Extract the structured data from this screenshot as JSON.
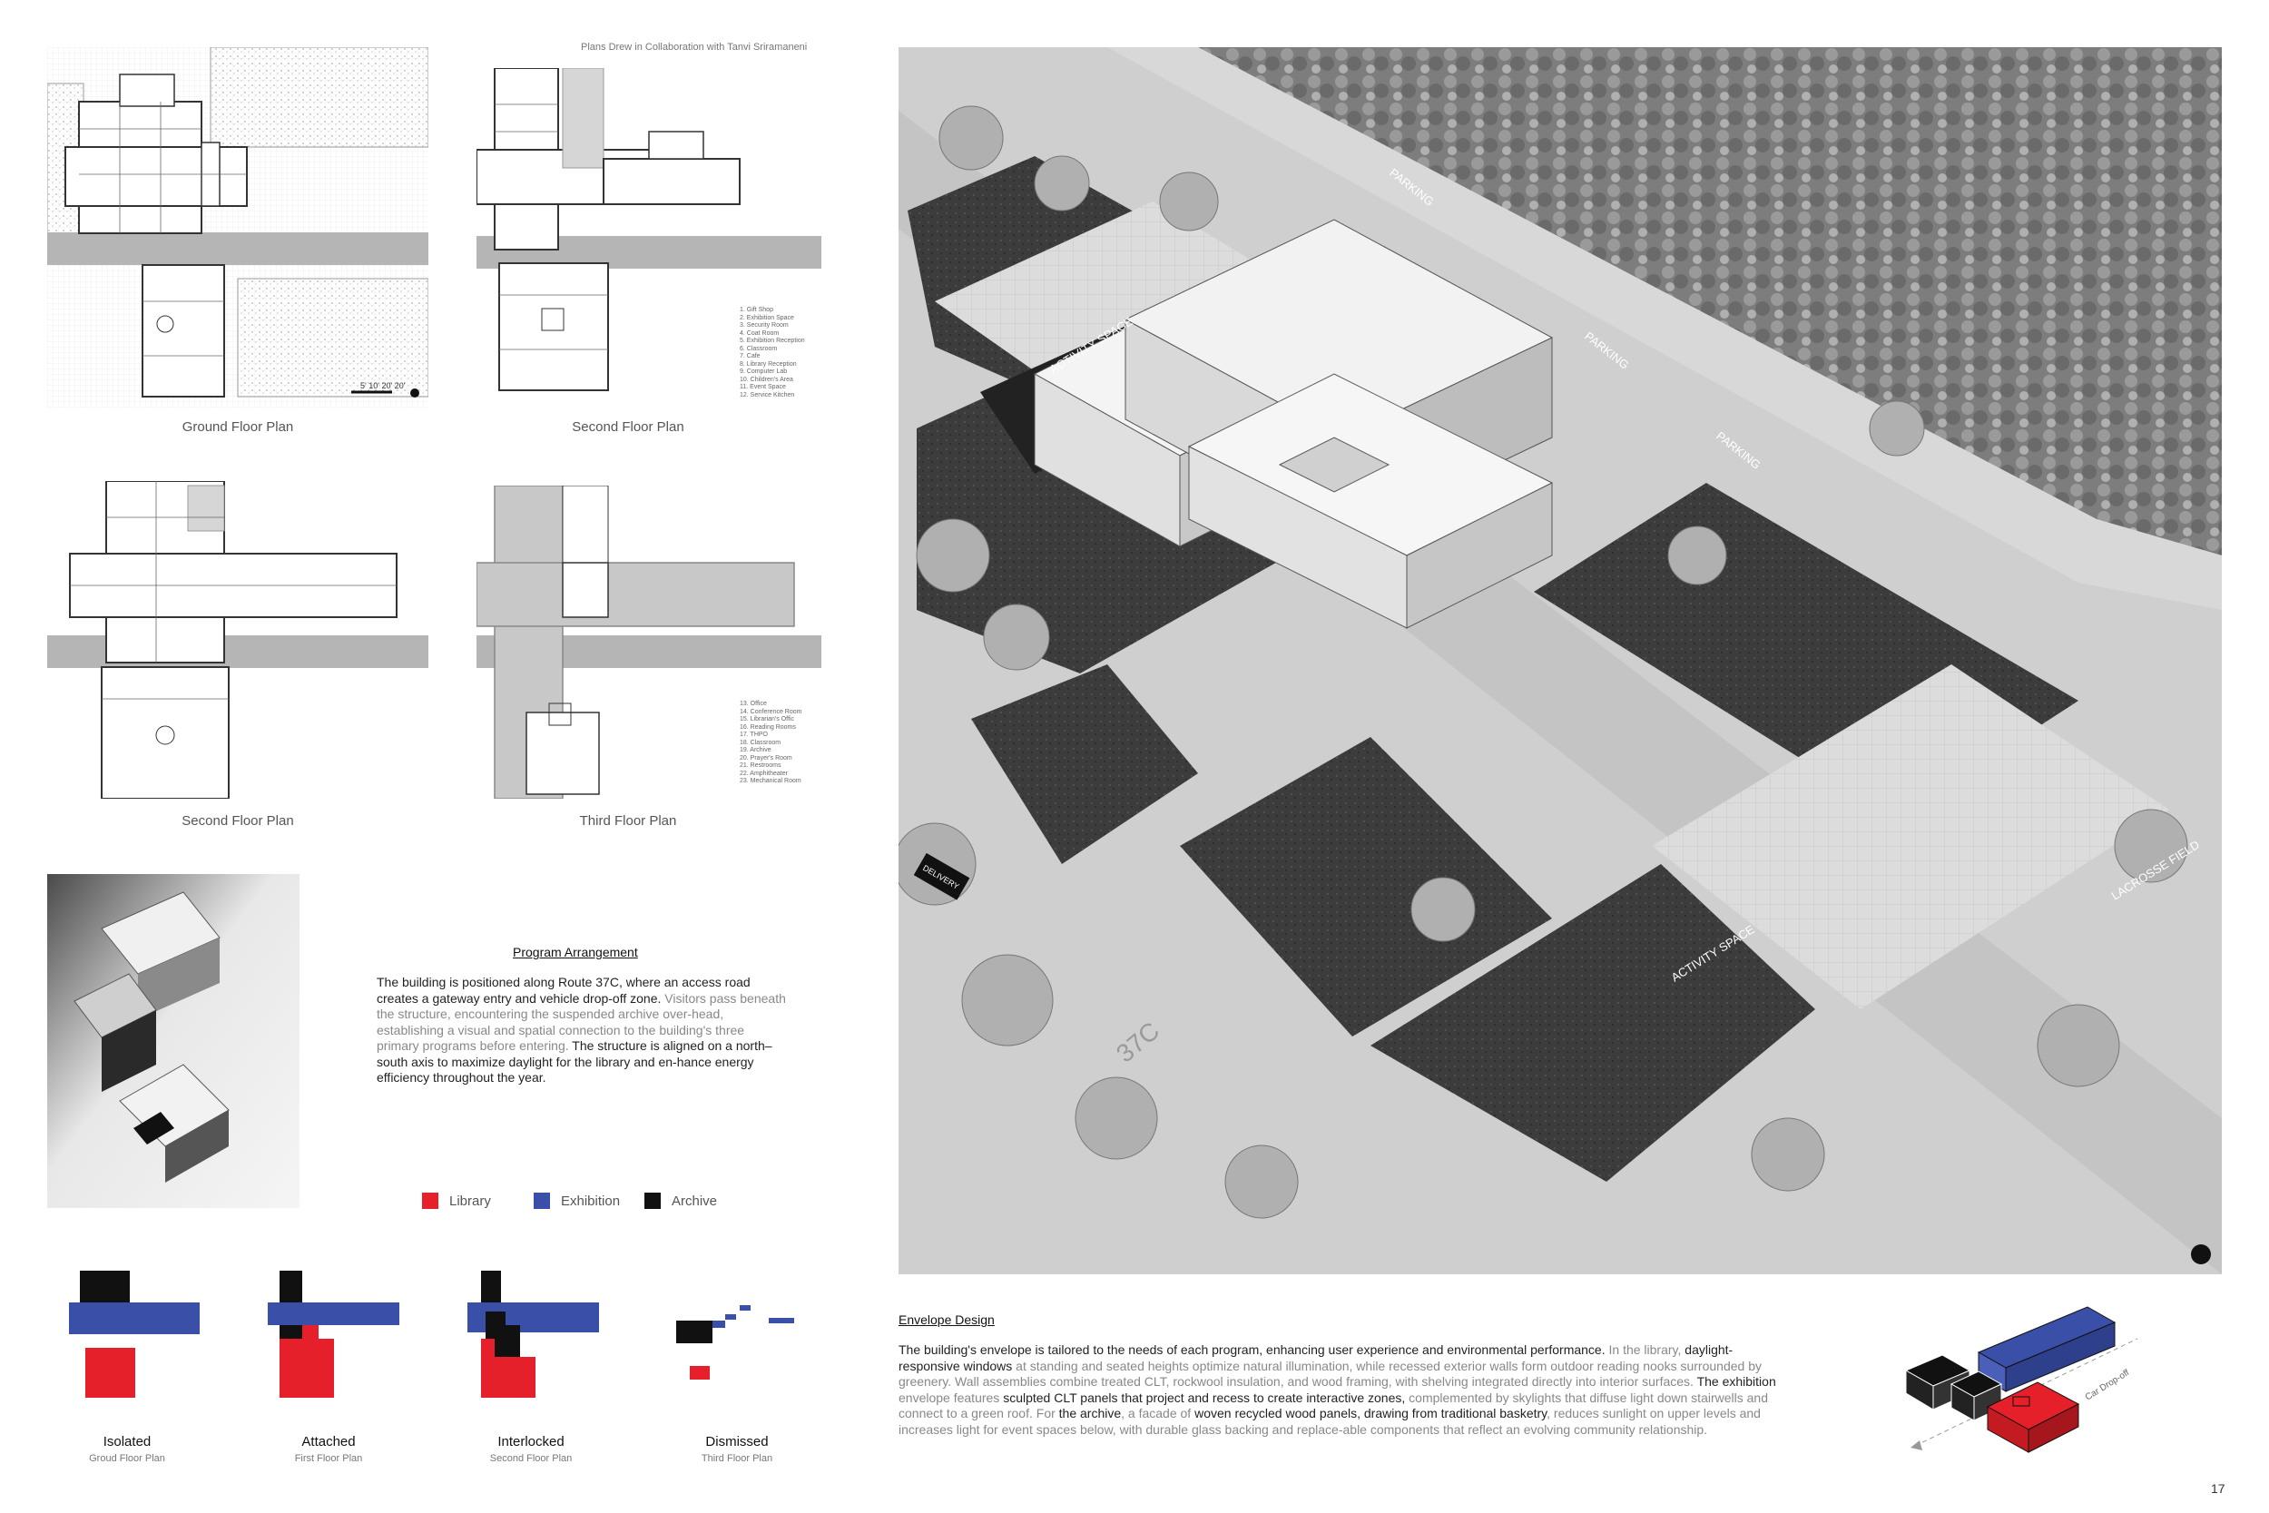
{
  "credit": "Plans Drew in Collaboration with Tanvi Sriramaneni",
  "plans": {
    "ground": "Ground Floor Plan",
    "second_a": "Second Floor Plan",
    "second_b": "Second Floor Plan",
    "third": "Third Floor Plan",
    "scale_text": "5' 10' 20'   20'"
  },
  "legend_upper": [
    "1. Gift Shop",
    "2. Exhibition Space",
    "3. Security Room",
    "4. Coat Room",
    "5. Exhibition Reception",
    "6. Classroom",
    "7. Cafe",
    "8. Library Reception",
    "9. Computer Lab",
    "10. Children's Area",
    "11. Event Space",
    "12. Service Kitchen"
  ],
  "legend_lower": [
    "13. Office",
    "14. Conference Room",
    "15. Librarian's Offic",
    "16. Reading Rooms",
    "17. THPO",
    "18. Classroom",
    "19. Archive",
    "20. Prayer's Room",
    "21. Restrooms",
    "22. Amphitheater",
    "23. Mechanical Room"
  ],
  "program": {
    "title": "Program Arrangement",
    "p1": "The building is positioned along Route 37C, where an access road creates a gateway entry and vehicle drop-off zone.",
    "p2": "Visitors pass beneath the structure, encountering the suspended archive over-head, establishing a visual and spatial connection to the building's three primary programs before entering.",
    "p3": "The structure is aligned on a north–south axis to maximize daylight for the library and en-hance energy efficiency throughout the year."
  },
  "program_legend": [
    {
      "label": "Library",
      "color": "#e5202a"
    },
    {
      "label": "Exhibition",
      "color": "#3a4fa8"
    },
    {
      "label": "Archive",
      "color": "#111111"
    }
  ],
  "diagrams": [
    {
      "title": "Isolated",
      "sub": "Groud Floor Plan"
    },
    {
      "title": "Attached",
      "sub": "First Floor Plan"
    },
    {
      "title": "Interlocked",
      "sub": "Second Floor Plan"
    },
    {
      "title": "Dismissed",
      "sub": "Third Floor Plan"
    }
  ],
  "site_labels": {
    "parking_1": "PARKING",
    "parking_2": "PARKING",
    "parking_3": "PARKING",
    "activity_1": "ACTIVITY SPACE",
    "activity_2": "ACTIVITY SPACE",
    "lacrosse": "LACROSSE FIELD",
    "route": "37C",
    "delivery": "DELIVERY"
  },
  "envelope": {
    "title": "Envelope Design",
    "t1": "The building's envelope is tailored to the needs of each program, enhancing user experience and environmental performance.",
    "t2": " In the library, ",
    "t3": "daylight-responsive windows",
    "t4": " at standing and seated heights optimize natural illumination, while recessed exterior walls form outdoor reading nooks surrounded by greenery. Wall assemblies combine treated CLT, rockwool insulation, and wood framing, with shelving integrated directly into interior surfaces.",
    "t5": " The exhibition ",
    "t6": "envelope features ",
    "t7": "sculpted CLT panels that project and recess to create interactive zones,",
    "t8": " complemented by skylights that diffuse light down stairwells and connect to a green roof. For ",
    "t9": "the archive",
    "t10": ", a facade of ",
    "t11": "woven recycled wood panels, drawing from traditional basketry",
    "t12": ", reduces sunlight on upper levels and increases light for event spaces below, with durable glass backing and replace-able components that reflect an evolving community relationship."
  },
  "axo_label": "Car Drop-off",
  "page_number": "17"
}
